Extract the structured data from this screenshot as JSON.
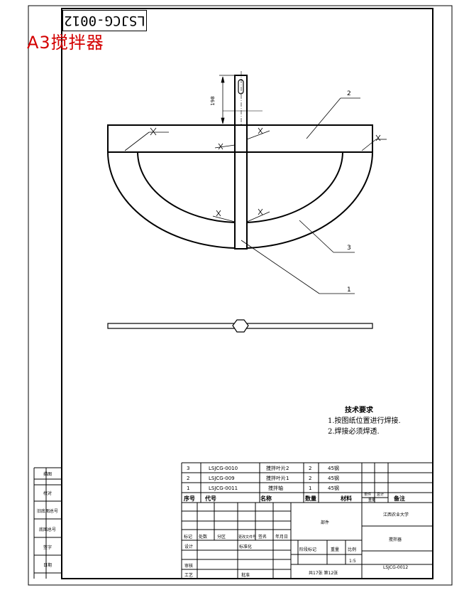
{
  "watermark": "A3搅拌器",
  "stamp": "LSJCG-0012",
  "dimension": "198",
  "callouts": [
    "1",
    "2",
    "3"
  ],
  "tech_requirements": {
    "title": "技术要求",
    "items": [
      "1.按图纸位置进行焊接.",
      "2.焊接必须焊透."
    ]
  },
  "side_labels": [
    "描图",
    "校对",
    "旧底图总号",
    "底图总号",
    "签字",
    "日期"
  ],
  "bom": {
    "rows": [
      {
        "no": "3",
        "code": "LSJCG-0010",
        "name": "搅拌叶片2",
        "qty": "2",
        "material": "45钢"
      },
      {
        "no": "2",
        "code": "LSJCG-009",
        "name": "搅拌叶片1",
        "qty": "2",
        "material": "45钢"
      },
      {
        "no": "1",
        "code": "LSJCG-0011",
        "name": "搅拌轴",
        "qty": "1",
        "material": "45钢"
      }
    ],
    "headers": {
      "no": "序号",
      "code": "代号",
      "name": "名称",
      "qty": "数量",
      "material": "材料",
      "unit": "单件",
      "total": "总计",
      "weight": "重量",
      "remark": "备注"
    }
  },
  "title_block": {
    "assembly_label": "部件",
    "university": "江西农业大学",
    "drawing_name": "搅拌器",
    "stage_mark": "阶段标记",
    "weight": "重量",
    "scale_label": "比例",
    "scale": "1:5",
    "sheets": "共17张  第12张",
    "drawing_no": "LSJCG-0012",
    "rev_headers": [
      "标记",
      "处数",
      "分区",
      "更改文件号",
      "签名",
      "年月日"
    ],
    "roles": [
      "设计",
      "审核",
      "工艺"
    ],
    "role2": [
      "标准化",
      "批准"
    ]
  }
}
